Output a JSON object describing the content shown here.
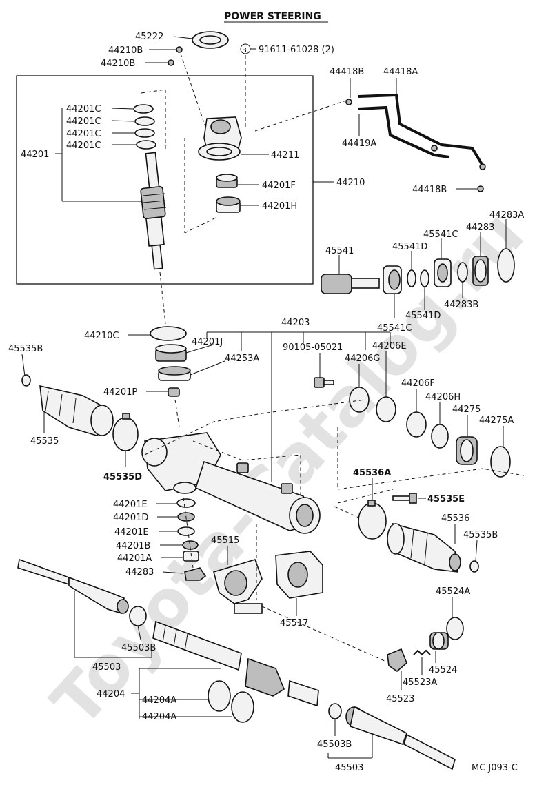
{
  "title": "POWER STEERING",
  "watermark": "Toyota-Catalog.ru",
  "figure_code": "MC J093-C",
  "labels": {
    "p45222": "45222",
    "p44210B_1": "44210B",
    "p44210B_2": "44210B",
    "pB_circle": "B",
    "p91611": "91611-61028 (2)",
    "p44418B_1": "44418B",
    "p44418A": "44418A",
    "p44419A": "44419A",
    "p44418B_2": "44418B",
    "p44201C_1": "44201C",
    "p44201C_2": "44201C",
    "p44201C_3": "44201C",
    "p44201C_4": "44201C",
    "p44201": "44201",
    "p44211": "44211",
    "p44201F": "44201F",
    "p44210": "44210",
    "p44201H": "44201H",
    "p45541": "45541",
    "p45541D_1": "45541D",
    "p45541C_1": "45541C",
    "p44283_1": "44283",
    "p44283A": "44283A",
    "p44283B": "44283B",
    "p45541D_2": "45541D",
    "p45541C_2": "45541C",
    "p44203": "44203",
    "p44210C": "44210C",
    "p44201J": "44201J",
    "p90105": "90105-05021",
    "p44206G": "44206G",
    "p44206E": "44206E",
    "p44253A": "44253A",
    "p45535B_1": "45535B",
    "p44201P": "44201P",
    "p44206F": "44206F",
    "p44206H": "44206H",
    "p44275": "44275",
    "p44275A": "44275A",
    "p45535": "45535",
    "p45535D": "45535D",
    "p45536A": "45536A",
    "p45535E": "45535E",
    "p44201E": "44201E",
    "p44201D": "44201D",
    "p44201E_2": "44201E",
    "p44201B": "44201B",
    "p44201A": "44201A",
    "p44283_2": "44283",
    "p45515": "45515",
    "p45536": "45536",
    "p45535B_2": "45535B",
    "p45524A": "45524A",
    "p45517": "45517",
    "p45503B_1": "45503B",
    "p45503_1": "45503",
    "p44204": "44204",
    "p44204A_1": "44204A",
    "p44204A_2": "44204A",
    "p45524": "45524",
    "p45523A": "45523A",
    "p45523": "45523",
    "p45503B_2": "45503B",
    "p45503_2": "45503"
  }
}
